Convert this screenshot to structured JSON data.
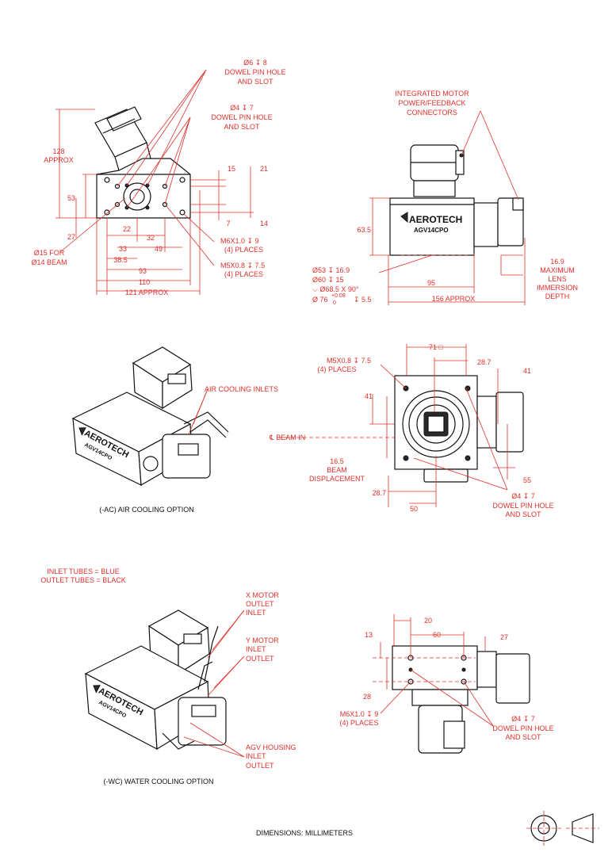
{
  "top_left": {
    "dowel6": [
      "Ø6 ↧ 8",
      "DOWEL PIN HOLE",
      "AND SLOT"
    ],
    "dowel4": [
      "Ø4 ↧ 7",
      "DOWEL PIN HOLE",
      "AND SLOT"
    ],
    "h128": [
      "128",
      "APPROX"
    ],
    "d53": "53",
    "d27": "27",
    "d15": "15",
    "d21": "21",
    "d7": "7",
    "d14": "14",
    "beam": [
      "Ø15 FOR",
      "Ø14 BEAM"
    ],
    "d22": "22",
    "d32": "32",
    "d33": "33",
    "d49": "49",
    "d38_5": "38.5",
    "d93": "93",
    "d110": "110",
    "d121": "121 APPROX",
    "m6": [
      "M6X1.0 ↧ 9",
      "(4) PLACES"
    ],
    "m5": [
      "M5X0.8 ↧ 7.5",
      "(4) PLACES"
    ]
  },
  "top_right": {
    "connectors": [
      "INTEGRATED MOTOR",
      "POWER/FEEDBACK",
      "CONNECTORS"
    ],
    "brand": "AEROTECH",
    "model": "AGV14CPO",
    "d63_5": "63.5",
    "bores": [
      "Ø53 ↧ 16.9",
      "Ø60 ↧ 15",
      "⌵ Ø68.5 X 90°",
      "Ø 76"
    ],
    "tol_plus": "+0.08",
    "tol_zero": "0",
    "bore_depth": "↧ 5.5",
    "d95": "95",
    "d156": "156 APPROX",
    "immersion": [
      "16.9",
      "MAXIMUM",
      "LENS",
      "IMMERSION",
      "DEPTH"
    ]
  },
  "mid_left": {
    "air_inlets": "AIR COOLING INLETS",
    "brand": "AEROTECH",
    "model": "AGV14CPO",
    "caption": "(-AC) AIR COOLING OPTION"
  },
  "mid_right": {
    "d71": "71 □",
    "m5": [
      "M5X0.8 ↧ 7.5",
      "(4) PLACES"
    ],
    "d28_7a": "28.7",
    "d41a": "41",
    "d41b": "41",
    "beam_in": "℄ BEAM IN",
    "displacement": [
      "16.5",
      "BEAM",
      "DISPLACEMENT"
    ],
    "d55": "55",
    "d28_7b": "28.7",
    "d50": "50",
    "dowel": [
      "Ø4 ↧ 7",
      "DOWEL PIN HOLE",
      "AND SLOT"
    ]
  },
  "bottom_left": {
    "tubes": [
      "INLET TUBES = BLUE",
      "OUTLET TUBES = BLACK"
    ],
    "x_motor": [
      "X MOTOR",
      "OUTLET",
      "INLET"
    ],
    "y_motor": [
      "Y MOTOR",
      "INLET",
      "OUTLET"
    ],
    "housing": [
      "AGV HOUSING",
      "INLET",
      "OUTLET"
    ],
    "brand": "AEROTECH",
    "model": "AGV14CPO",
    "caption": "(-WC) WATER COOLING OPTION"
  },
  "bottom_right": {
    "d20": "20",
    "d60": "60",
    "d13": "13",
    "d27": "27",
    "d28": "28",
    "m6": [
      "M6X1.0 ↧ 9",
      "(4) PLACES"
    ],
    "dowel": [
      "Ø4 ↧ 7",
      "DOWEL PIN HOLE",
      "AND SLOT"
    ]
  },
  "footer": {
    "units": "DIMENSIONS:  MILLIMETERS"
  },
  "colors": {
    "dimension": "#e0302a",
    "outline": "#111111"
  }
}
